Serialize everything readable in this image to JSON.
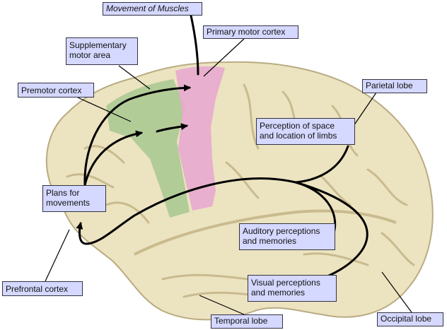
{
  "labels": {
    "movement_of_muscles": "Movement of Muscles",
    "primary_motor_cortex": "Primary motor cortex",
    "supplementary_motor_area": "Supplementary\nmotor area",
    "premotor_cortex": "Premotor cortex",
    "parietal_lobe": "Parietal lobe",
    "perception_space": "Perception of space\nand location of limbs",
    "plans_for_movements": "Plans for\nmovements",
    "auditory_perceptions": "Auditory perceptions\nand memories",
    "visual_perceptions": "Visual perceptions\nand memories",
    "prefrontal_cortex": "Prefrontal cortex",
    "temporal_lobe": "Temporal lobe",
    "occipital_lobe": "Occipital lobe"
  },
  "colors": {
    "brain_fill": "#ece3c0",
    "brain_outline": "#b9ab82",
    "sulcus": "#c9bb8f",
    "primary_motor": "#e8a9cf",
    "premotor": "#a8c890",
    "label_bg": "#d5d8ff",
    "arrow": "#000000"
  }
}
